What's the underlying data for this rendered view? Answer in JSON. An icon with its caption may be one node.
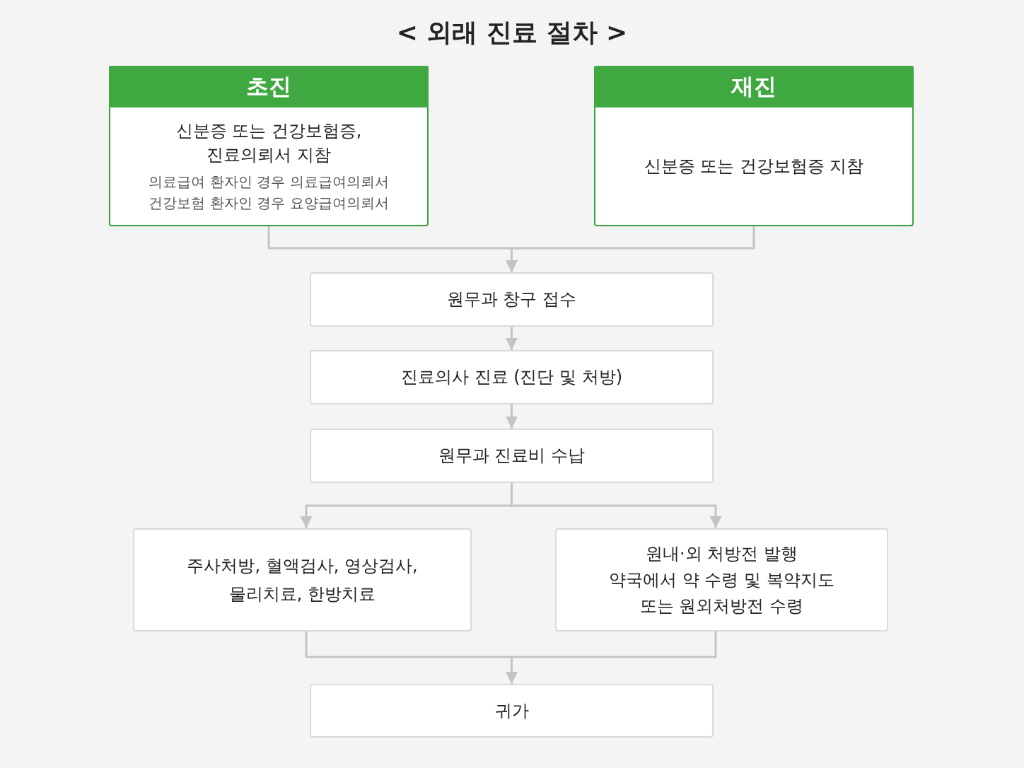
{
  "diagram": {
    "title": "< 외래 진료 절차 >",
    "nodes": [
      {
        "text": [
          "초진",
          "신분증 또는 건강보험증, 진료의뢰서 지참",
          "의료급여 환자인 경우 의료급여의뢰서",
          "건강보험 환자인 경우 요양급여의뢰서"
        ]
      },
      {
        "text": [
          "재진",
          "신분증 또는 건강보험증 지참"
        ]
      },
      {
        "text": [
          "원무과 창구 접수"
        ]
      },
      {
        "text": [
          "진료의사 진료 (진단 및 처방)"
        ]
      },
      {
        "text": [
          "원무과 진료비 수납"
        ]
      },
      {
        "text": [
          "주사처방, 혈액검사, 영상검사, 물리치료, 한방치료"
        ]
      },
      {
        "text": [
          "원내·외 처방전 발행",
          "약국에서 약 수령 및 복약지도 또는 원외처방전 수령"
        ]
      },
      {
        "text": [
          "귀가"
        ]
      }
    ],
    "edges": [
      {
        "from": 0,
        "to": 2,
        "arrow": "to"
      },
      {
        "from": 1,
        "to": 2,
        "arrow": "to"
      },
      {
        "from": 2,
        "to": 3,
        "arrow": "to"
      },
      {
        "from": 3,
        "to": 4,
        "arrow": "to"
      },
      {
        "from": 4,
        "to": 5,
        "arrow": "to"
      },
      {
        "from": 4,
        "to": 6,
        "arrow": "to"
      },
      {
        "from": 5,
        "to": 7,
        "arrow": "to"
      },
      {
        "from": 6,
        "to": 7,
        "arrow": "to"
      }
    ]
  }
}
